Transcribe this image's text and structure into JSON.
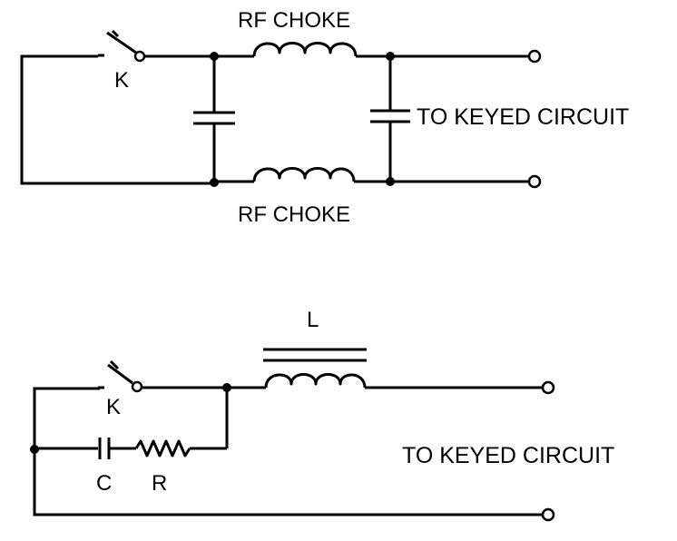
{
  "top_circuit": {
    "key_label": "K",
    "choke_top_label": "RF CHOKE",
    "choke_bottom_label": "RF CHOKE",
    "output_label": "TO KEYED CIRCUIT"
  },
  "bottom_circuit": {
    "key_label": "K",
    "inductor_label": "L",
    "capacitor_label": "C",
    "resistor_label": "R",
    "output_label": "TO KEYED CIRCUIT"
  }
}
